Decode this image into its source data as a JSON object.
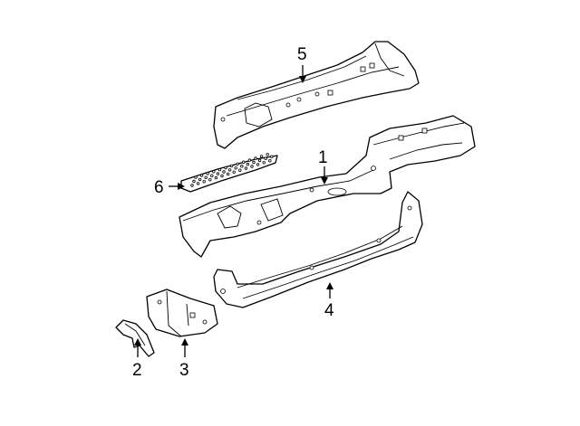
{
  "diagram": {
    "callouts": [
      {
        "id": "1",
        "label": "1"
      },
      {
        "id": "2",
        "label": "2"
      },
      {
        "id": "3",
        "label": "3"
      },
      {
        "id": "4",
        "label": "4"
      },
      {
        "id": "5",
        "label": "5"
      },
      {
        "id": "6",
        "label": "6"
      }
    ],
    "colors": {
      "line": "#000000",
      "fill": "#ffffff"
    }
  }
}
